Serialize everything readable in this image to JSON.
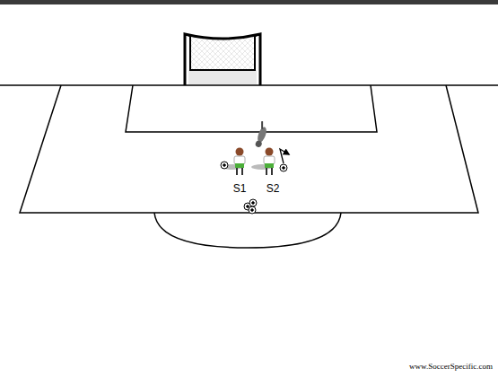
{
  "diagram": {
    "labels": [
      "S1",
      "S2",
      "www.SoccerSpecific.com"
    ]
  }
}
